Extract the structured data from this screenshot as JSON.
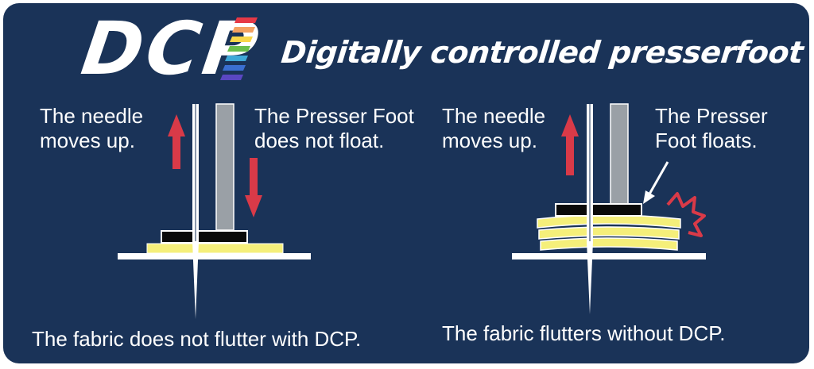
{
  "logo": {
    "text": "DCP",
    "stripe_colors": [
      "#e63946",
      "#f4a261",
      "#f9d74a",
      "#6abf4b",
      "#3ea8d8",
      "#3b6fd1",
      "#5a47c2"
    ]
  },
  "tagline": "Digitally controlled presserfoot",
  "left": {
    "needle_label": "The needle\nmoves up.",
    "foot_label": "The Presser Foot\ndoes not float.",
    "caption": "The fabric does not flutter with DCP."
  },
  "right": {
    "needle_label": "The needle\nmoves up.",
    "foot_label": "The Presser\nFoot floats.",
    "caption": "The fabric flutters without DCP."
  },
  "colors": {
    "background": "#1a3358",
    "arrow": "#d93a48",
    "fabric": "#f5ef7a",
    "foot": "#0a0a0a",
    "flutter": "#d93a48"
  }
}
